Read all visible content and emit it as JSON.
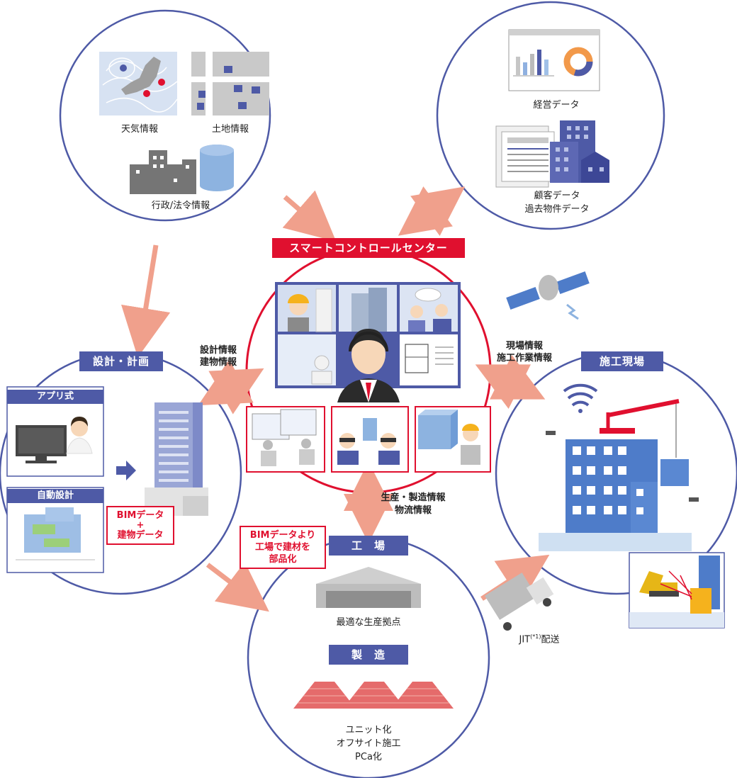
{
  "colors": {
    "navy": "#4e5aa6",
    "red": "#e0102f",
    "arrow": "#f0a08c",
    "circle": "#4e5aa6"
  },
  "external": {
    "weather": "天気情報",
    "land": "土地情報",
    "admin": "行政/法令情報"
  },
  "business": {
    "management": "経営データ",
    "customer_line1": "顧客データ",
    "customer_line2": "過去物件データ"
  },
  "center": {
    "title": "スマートコントロールセンター",
    "design_flow_line1": "設計情報",
    "design_flow_line2": "建物情報",
    "site_flow_line1": "現場情報",
    "site_flow_line2": "施工作業情報",
    "factory_flow_line1": "生産・製造情報",
    "factory_flow_line2": "物流情報"
  },
  "design": {
    "title": "設計・計画",
    "app_label": "アプリ式",
    "auto_label": "自動設計",
    "bim_line1": "BIMデータ",
    "bim_line2": "+",
    "bim_line3": "建物データ"
  },
  "site": {
    "title": "施工現場"
  },
  "factory": {
    "callout_line1": "BIMデータより",
    "callout_line2": "工場で建材を",
    "callout_line3": "部品化",
    "title": "工　場",
    "base_label": "最適な生産拠点",
    "mfg_title": "製　造",
    "mfg_line1": "ユニット化",
    "mfg_line2": "オフサイト施工",
    "mfg_line3": "PCa化"
  },
  "logistics": {
    "jit_prefix": "JIT",
    "jit_sup": "(*1)",
    "jit_suffix": "配送"
  }
}
